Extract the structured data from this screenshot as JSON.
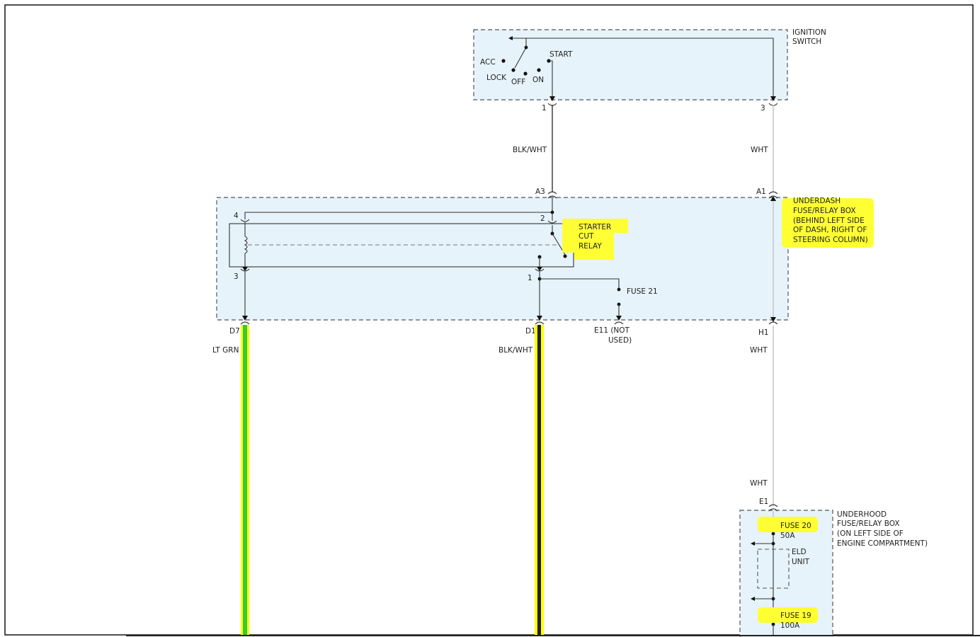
{
  "ignition_switch": {
    "name_line1": "IGNITION",
    "name_line2": "SWITCH",
    "positions": {
      "acc": "ACC",
      "lock": "LOCK",
      "off": "OFF",
      "on": "ON",
      "start": "START"
    },
    "pin_1": "1",
    "pin_3": "3"
  },
  "wires": {
    "upper_left": "BLK/WHT",
    "upper_right": "WHT",
    "lower_left": "LT GRN",
    "lower_mid": "BLK/WHT",
    "lower_right": "WHT",
    "bottom_right": "WHT"
  },
  "underdash_box": {
    "line1": "UNDERDASH",
    "line2": "FUSE/RELAY BOX",
    "line3": "(BEHIND LEFT SIDE",
    "line4": "OF DASH, RIGHT OF",
    "line5": "STEERING COLUMN)",
    "pin_a3": "A3",
    "pin_a1": "A1",
    "pin_d7": "D7",
    "pin_d1": "D1",
    "pin_e11_line1": "E11 (NOT",
    "pin_e11_line2": "USED)",
    "pin_h1": "H1"
  },
  "starter_cut_relay": {
    "line1": "STARTER",
    "line2": "CUT",
    "line3": "RELAY",
    "pin_4": "4",
    "pin_2": "2",
    "pin_3": "3",
    "pin_1": "1"
  },
  "fuse21": "FUSE 21",
  "underhood_box": {
    "line1": "UNDERHOOD",
    "line2": "FUSE/RELAY BOX",
    "line3": "(ON LEFT SIDE OF",
    "line4": "ENGINE COMPARTMENT)",
    "pin_e1": "E1"
  },
  "fuse20": {
    "label": "FUSE 20",
    "rating": "50A"
  },
  "eld_unit": {
    "line1": "ELD",
    "line2": "UNIT"
  },
  "fuse19": {
    "label": "FUSE 19",
    "rating": "100A"
  },
  "colors": {
    "highlight": "#ffff33",
    "box_fill": "#e6f3fb",
    "lt_grn_wire": "#33cc33",
    "yellow_wire": "#ffff00"
  }
}
